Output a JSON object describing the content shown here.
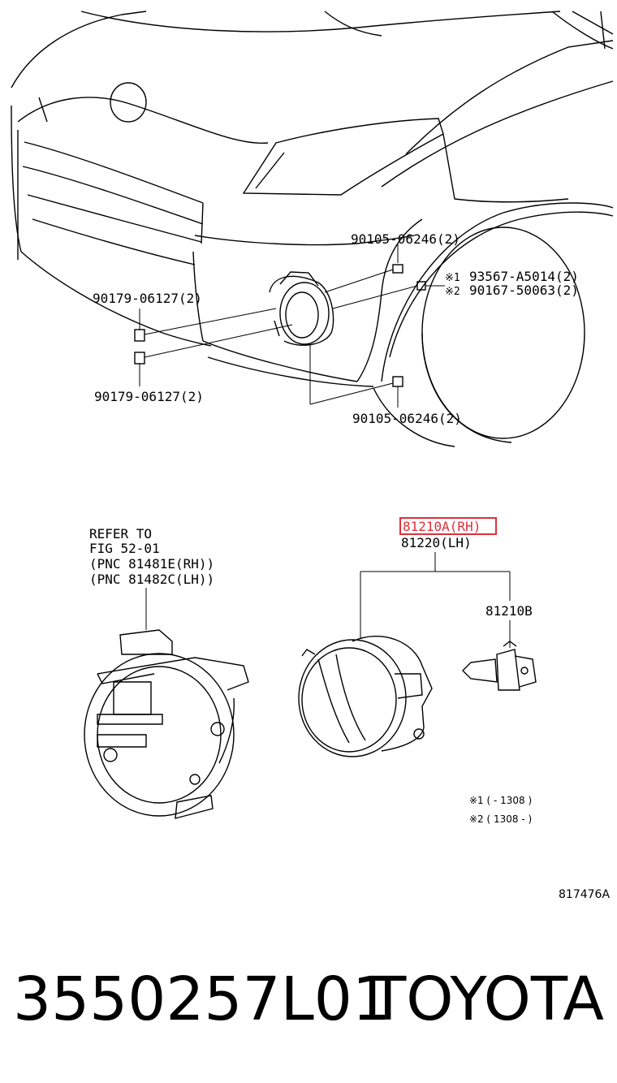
{
  "callouts": {
    "bolt_top": "90105-06246(2)",
    "screw_note1": "93567-A5014(2)",
    "screw_note2": "90167-50063(2)",
    "clip_top": "90179-06127(2)",
    "clip_bottom": "90179-06127(2)",
    "bolt_bottom": "90105-06246(2)",
    "note1_mark": "※1",
    "note2_mark": "※2"
  },
  "refer": {
    "line1": "REFER TO",
    "line2": "FIG 52-01",
    "line3": "(PNC 81481E(RH))",
    "line4": "(PNC 81482C(LH))"
  },
  "lamp": {
    "rh": "81210A(RH)",
    "lh": "81220(LH)",
    "bulb": "81210B"
  },
  "notes": {
    "n1": "※1 (    - 1308 )",
    "n2": "※2 ( 1308 -     )"
  },
  "figure_code": "817476A",
  "footer": {
    "part_number": "3550257L01",
    "brand": "TOYOTA"
  },
  "highlight_color": "#e0303a"
}
